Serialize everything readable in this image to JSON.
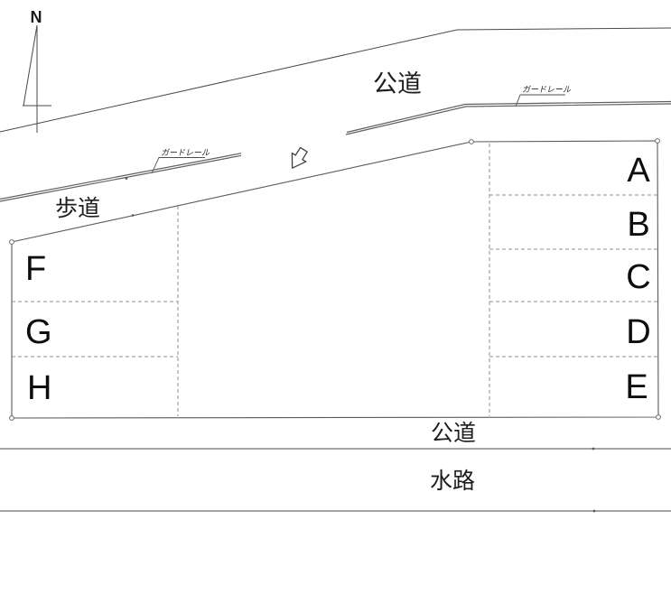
{
  "drawing": {
    "compass": {
      "label": "N"
    },
    "labels": {
      "road_top": "公道",
      "guardrail_top": "ガードレール",
      "guardrail_left": "ガードレール",
      "sidewalk": "歩道",
      "road_bottom": "公道",
      "waterway": "水路"
    },
    "plots": [
      "A",
      "B",
      "C",
      "D",
      "E",
      "F",
      "G",
      "H"
    ],
    "colors": {
      "line": "#4a4a4a",
      "dashed": "#8f8f8f",
      "text": "#111111",
      "background": "#ffffff"
    }
  }
}
